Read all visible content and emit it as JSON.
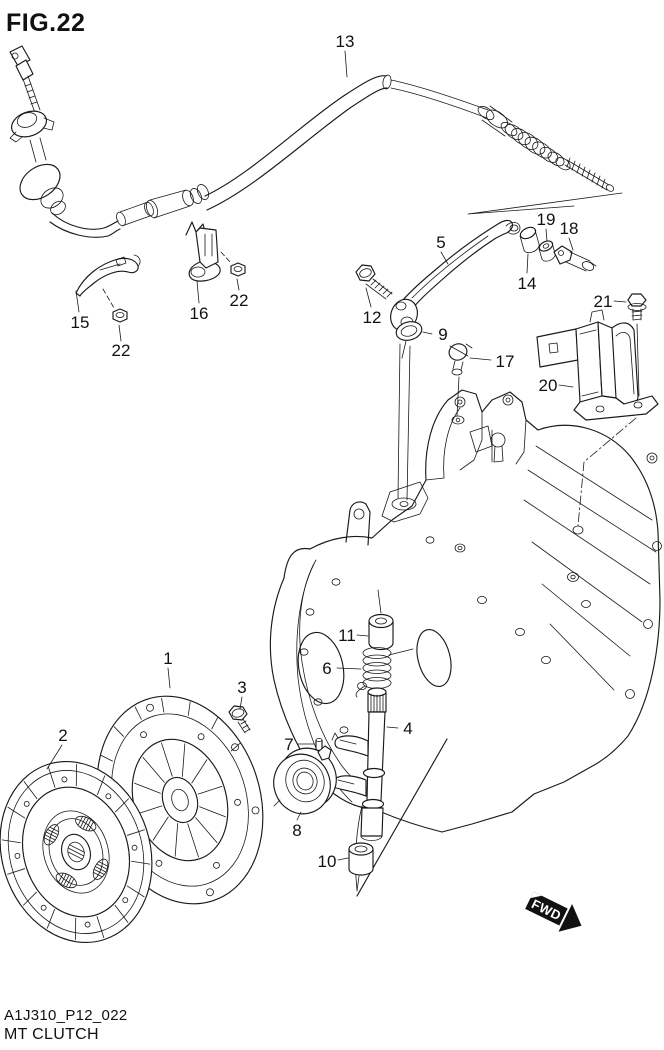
{
  "figure": {
    "title": "FIG.22",
    "part_code": "A1J310_P12_022",
    "caption": "MT CLUTCH",
    "fwd_label": "FWD",
    "line_color": "#1a1a1a"
  },
  "part_labels": {
    "p1": "1",
    "p2": "2",
    "p3": "3",
    "p4": "4",
    "p5": "5",
    "p6": "6",
    "p7": "7",
    "p8": "8",
    "p9": "9",
    "p10": "10",
    "p11": "11",
    "p12": "12",
    "p13": "13",
    "p14": "14",
    "p15": "15",
    "p16": "16",
    "p17": "17",
    "p18": "18",
    "p19": "19",
    "p20": "20",
    "p21": "21",
    "p22a": "22",
    "p22b": "22"
  }
}
